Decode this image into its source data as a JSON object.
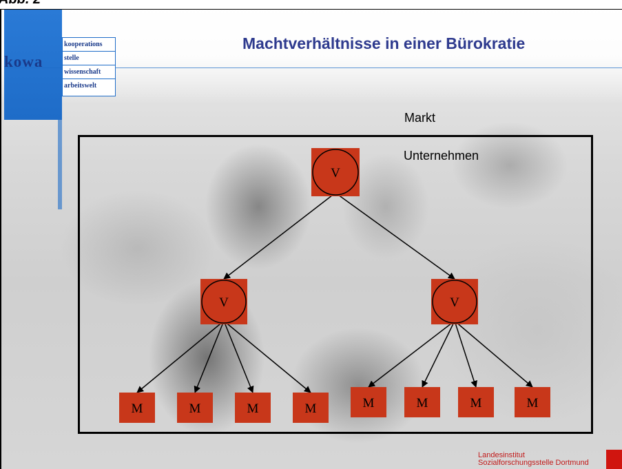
{
  "page_label": "Abb. 2",
  "header": {
    "logo_text": "kowa",
    "logo_rows": [
      "kooperations",
      "stelle",
      "wissenschaft",
      "arbeitswelt"
    ],
    "title": "Machtverhältnisse in einer Bürokratie"
  },
  "diagram": {
    "outer_label": "Markt",
    "box_label": "Unternehmen",
    "node_fill": "#c8371a",
    "top": {
      "label": "V"
    },
    "middle": [
      {
        "label": "V"
      },
      {
        "label": "V"
      }
    ],
    "bottom": [
      {
        "label": "M"
      },
      {
        "label": "M"
      },
      {
        "label": "M"
      },
      {
        "label": "M"
      },
      {
        "label": "M"
      },
      {
        "label": "M"
      },
      {
        "label": "M"
      },
      {
        "label": "M"
      }
    ]
  },
  "footer": {
    "institute_line1": "Landesinstitut",
    "institute_line2": "Sozialforschungsstelle Dortmund"
  }
}
